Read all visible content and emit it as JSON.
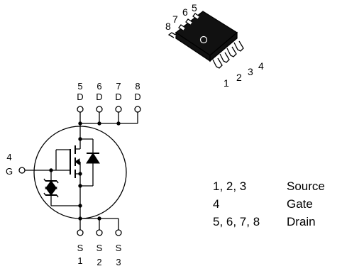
{
  "package": {
    "pins_left": [
      "8",
      "7",
      "6",
      "5"
    ],
    "pins_right": [
      "1",
      "2",
      "3",
      "4"
    ]
  },
  "schematic": {
    "top_pins": [
      {
        "num": "5",
        "name": "D"
      },
      {
        "num": "6",
        "name": "D"
      },
      {
        "num": "7",
        "name": "D"
      },
      {
        "num": "8",
        "name": "D"
      }
    ],
    "gate_pin": {
      "num": "4",
      "name": "G"
    },
    "bottom_pins": [
      {
        "num": "1",
        "name": "S"
      },
      {
        "num": "2",
        "name": "S"
      },
      {
        "num": "3",
        "name": "S"
      }
    ]
  },
  "pin_table": [
    {
      "pins": "1, 2, 3",
      "function": "Source"
    },
    {
      "pins": "4",
      "function": "Gate"
    },
    {
      "pins": "5, 6, 7, 8",
      "function": "Drain"
    }
  ]
}
